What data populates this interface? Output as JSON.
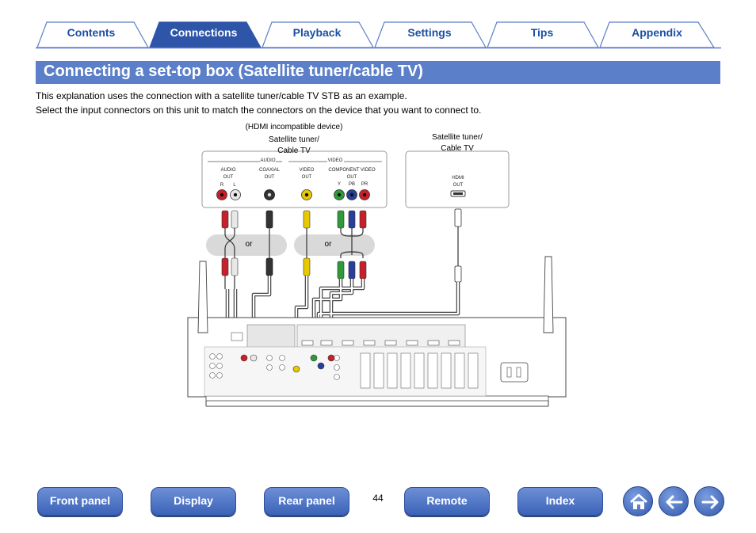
{
  "tabs": [
    {
      "label": "Contents",
      "active": false
    },
    {
      "label": "Connections",
      "active": true
    },
    {
      "label": "Playback",
      "active": false
    },
    {
      "label": "Settings",
      "active": false
    },
    {
      "label": "Tips",
      "active": false
    },
    {
      "label": "Appendix",
      "active": false
    }
  ],
  "title": "Connecting a set-top box (Satellite tuner/cable TV)",
  "intro": [
    "This explanation uses the connection with a satellite tuner/cable TV STB as an example.",
    "Select the input connectors on this unit to match the connectors on the device that you want to connect to."
  ],
  "diagram": {
    "device_left": {
      "caption_line1": "(HDMI incompatible device)",
      "caption_line2": "Satellite tuner/",
      "caption_line3": "Cable TV",
      "audio_header": "AUDIO",
      "video_header": "VIDEO",
      "audio_out": "AUDIO OUT",
      "audio_out_line1": "AUDIO",
      "audio_out_line2": "OUT",
      "ch_r": "R",
      "ch_l": "L",
      "coaxial_line1": "COAXIAL",
      "coaxial_line2": "OUT",
      "video_out_line1": "VIDEO",
      "video_out_line2": "OUT",
      "component_line1": "COMPONENT VIDEO",
      "component_line2": "OUT",
      "comp_y": "Y",
      "comp_pb": "PB",
      "comp_pr": "PR"
    },
    "device_right": {
      "caption_line1": "Satellite tuner/",
      "caption_line2": "Cable TV",
      "hdmi_line1": "HDMI",
      "hdmi_line2": "OUT"
    },
    "or_left": "or",
    "or_right": "or",
    "colors": {
      "red": "#c8202a",
      "white": "#e8e8e8",
      "yellow": "#e8c900",
      "green": "#2f9a3a",
      "blue": "#2a3f9a",
      "black": "#222222",
      "cable_gray": "#d9d9d9"
    }
  },
  "nav": {
    "front_panel": "Front panel",
    "display": "Display",
    "rear_panel": "Rear panel",
    "remote": "Remote",
    "index": "Index",
    "page": "44"
  },
  "icons": [
    "home-icon",
    "back-arrow-icon",
    "forward-arrow-icon"
  ]
}
